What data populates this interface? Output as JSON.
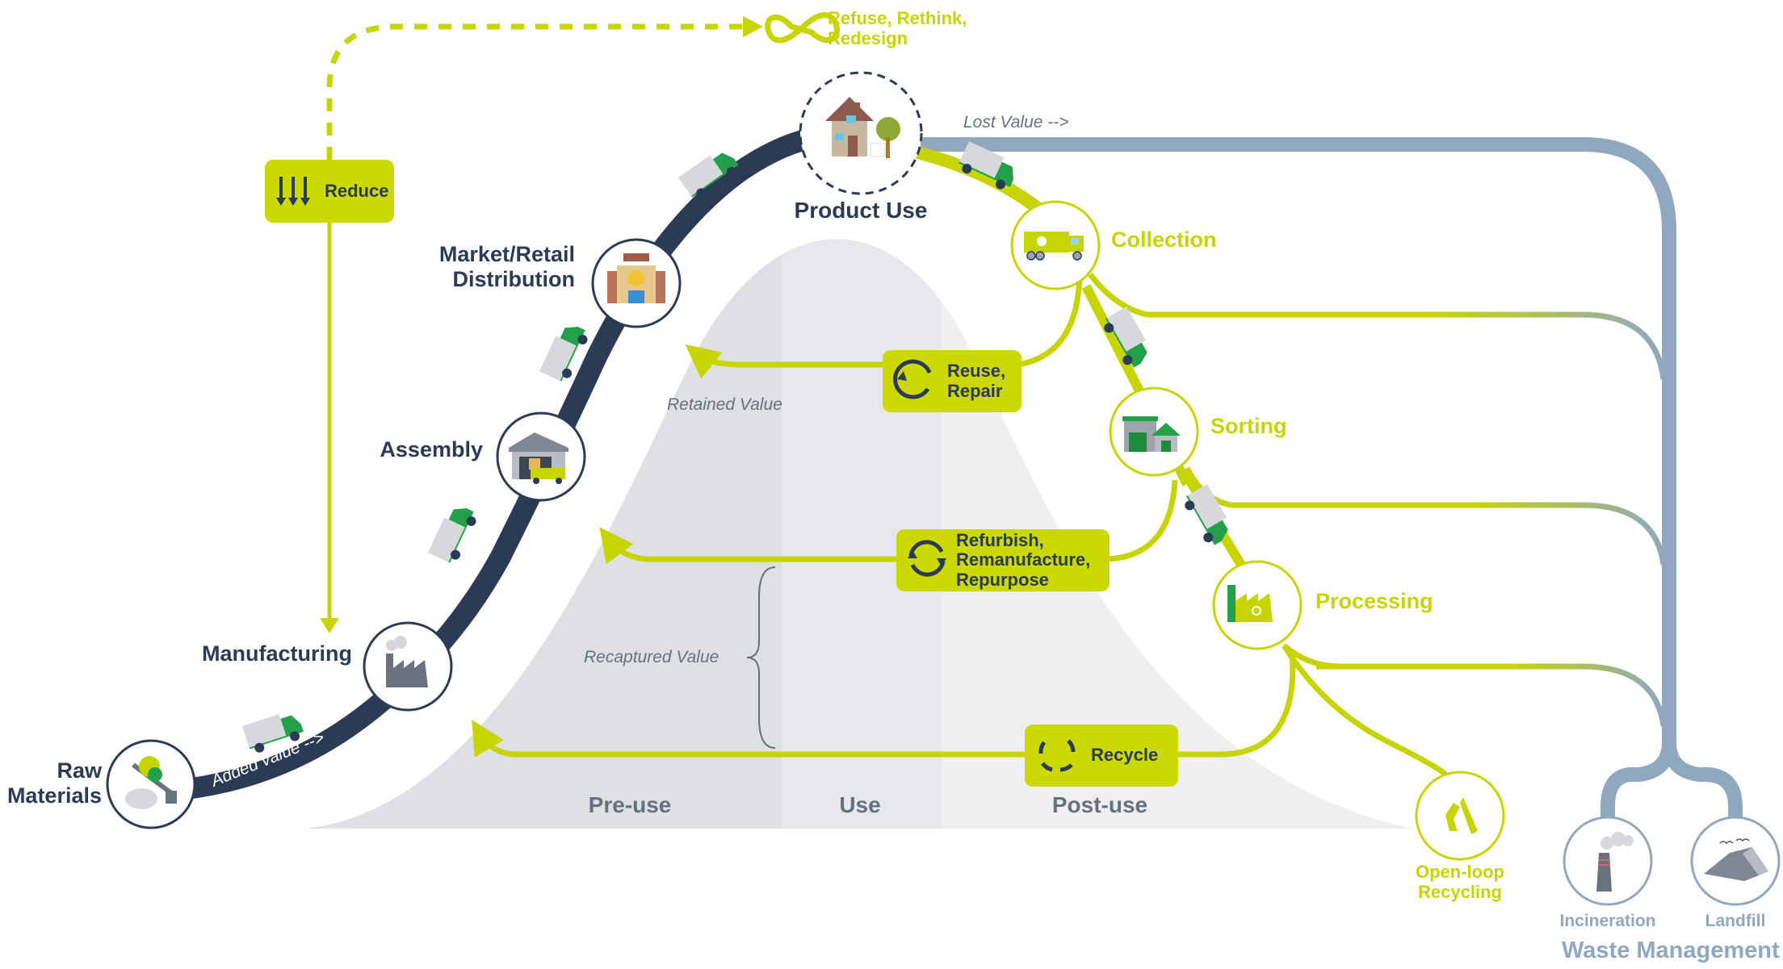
{
  "colors": {
    "navy": "#2b3a55",
    "lime": "#c8d400",
    "lime_box": "#ccd900",
    "steel_blue": "#8fa8c0",
    "truck_green": "#22a04a",
    "band_preuse": "#dfe0e4",
    "band_use": "#e7e8eb",
    "band_postuse": "#efeff1"
  },
  "top_loop": {
    "refuse_label_line1": "Refuse, Rethink,",
    "refuse_label_line2": "Redesign",
    "refuse_icon": "infinity-icon",
    "reduce_label": "Reduce",
    "reduce_icon": "three-down-arrows-icon"
  },
  "linear_stages": [
    {
      "id": "raw-materials",
      "line1": "Raw",
      "line2": "Materials",
      "icon": "oil-pump-icon"
    },
    {
      "id": "manufacturing",
      "line1": "Manufacturing",
      "icon": "factory-icon"
    },
    {
      "id": "assembly",
      "line1": "Assembly",
      "icon": "warehouse-icon"
    },
    {
      "id": "market-retail",
      "line1": "Market/Retail",
      "line2": "Distribution",
      "icon": "store-icon"
    },
    {
      "id": "product-use",
      "line1": "Product Use",
      "icon": "house-icon"
    }
  ],
  "added_value_label": "Added value -->",
  "lost_value_label": "Lost Value -->",
  "reverse_stages": [
    {
      "id": "collection",
      "label": "Collection",
      "icon": "garbage-truck-icon"
    },
    {
      "id": "sorting",
      "label": "Sorting",
      "icon": "sorting-facility-icon"
    },
    {
      "id": "processing",
      "label": "Processing",
      "icon": "recycling-plant-icon"
    }
  ],
  "loops": [
    {
      "id": "reuse",
      "lines": [
        "Reuse,",
        "Repair"
      ],
      "icon": "single-cycle-icon"
    },
    {
      "id": "refurbish",
      "lines": [
        "Refurbish,",
        "Remanufacture,",
        "Repurpose"
      ],
      "icon": "double-cycle-icon"
    },
    {
      "id": "recycle",
      "lines": [
        "Recycle"
      ],
      "icon": "four-arrow-cycle-icon"
    }
  ],
  "value_labels": {
    "retained": "Retained Value",
    "recaptured": "Recaptured Value"
  },
  "phases": [
    "Pre-use",
    "Use",
    "Post-use"
  ],
  "open_loop": {
    "line1": "Open-loop",
    "line2": "Recycling",
    "icon": "recycle-symbol-icon"
  },
  "waste_management": {
    "title": "Waste Management",
    "options": [
      {
        "label": "Incineration",
        "icon": "smokestack-icon"
      },
      {
        "label": "Landfill",
        "icon": "landfill-icon"
      }
    ]
  }
}
